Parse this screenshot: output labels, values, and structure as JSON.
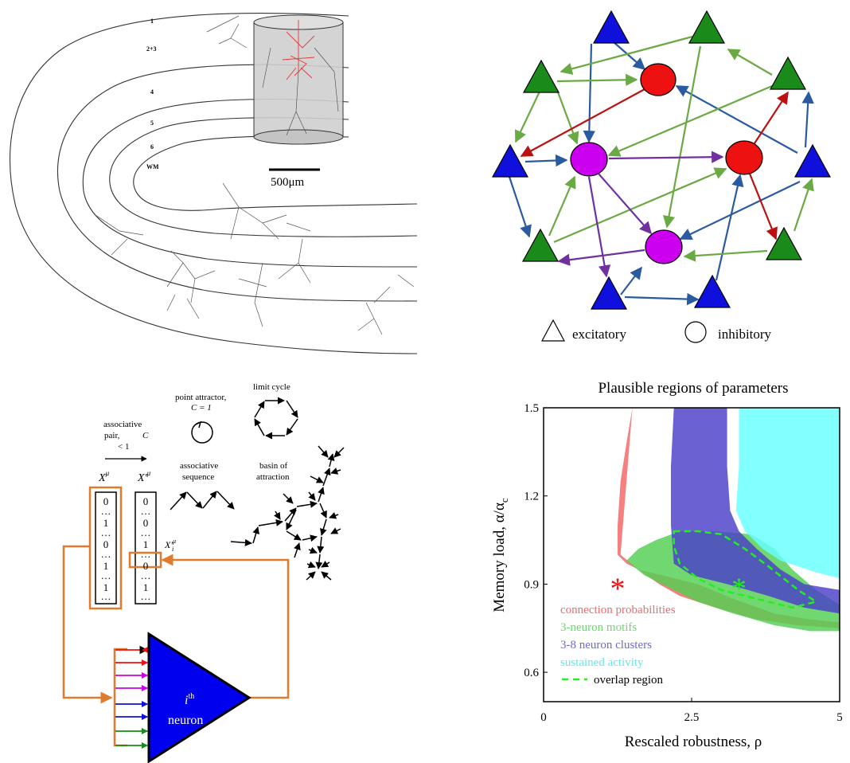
{
  "panelA": {
    "layers": [
      "1",
      "2+3",
      "4",
      "5",
      "6",
      "WM"
    ],
    "scale_bar": "500μm"
  },
  "panelB": {
    "legend": {
      "excitatory": "excitatory",
      "inhibitory": "inhibitory"
    },
    "colors": {
      "excitatory_blue": "#1010dd",
      "excitatory_green": "#1a8a1a",
      "inhibitory_red": "#ee1111",
      "inhibitory_magenta": "#cc00ee",
      "edge_blue": "#2a5aa0",
      "edge_green": "#6aaa44",
      "edge_red": "#bb1111",
      "edge_purple": "#7030a0"
    }
  },
  "panelC": {
    "limit_cycle": "limit cycle",
    "point_attractor": "point attractor,",
    "point_attractor_c": "C = 1",
    "assoc_pair_1": "associative",
    "assoc_pair_2": "pair,",
    "assoc_pair_c": "C",
    "assoc_pair_lt": "< 1",
    "assoc_sequence_1": "associative",
    "assoc_sequence_2": "sequence",
    "basin_1": "basin of",
    "basin_2": "attraction",
    "x_mu": "X",
    "x_mu_sup": "μ",
    "xprime_mu": "X′",
    "xprime_mu_sup": "μ",
    "xi_label": "X′",
    "xi_sub": "i",
    "xi_sup": "μ",
    "vector_left": [
      "0",
      "…",
      "1",
      "…",
      "0",
      "…",
      "1",
      "…",
      "1",
      "…"
    ],
    "vector_right": [
      "0",
      "…",
      "0",
      "…",
      "1",
      "…",
      "0",
      "…",
      "1",
      "…"
    ],
    "neuron_i": "i",
    "neuron_th": "th",
    "neuron_word": "neuron",
    "colors": {
      "box": "#e07b2e",
      "triangle": "#0000ee"
    }
  },
  "chart_data": {
    "type": "area",
    "title": "Plausible regions of parameters",
    "xlabel": "Rescaled robustness, ρ",
    "ylabel": "Memory load, α/α",
    "ylabel_sub": "c",
    "xlim": [
      0,
      5
    ],
    "ylim": [
      0.5,
      1.5
    ],
    "xticks": [
      "0",
      "2.5",
      "5"
    ],
    "yticks": [
      "0.6",
      "0.9",
      "1.2",
      "1.5"
    ],
    "series": [
      {
        "name": "connection probabilities",
        "color": "#f26a6a",
        "boundary": [
          [
            1.5,
            1.5
          ],
          [
            1.4,
            1.38
          ],
          [
            1.3,
            1.25
          ],
          [
            1.25,
            1.1
          ],
          [
            1.25,
            1.0
          ],
          [
            1.4,
            0.97
          ],
          [
            1.6,
            0.95
          ],
          [
            2.0,
            0.93
          ],
          [
            2.6,
            0.9
          ],
          [
            3.2,
            0.85
          ],
          [
            3.9,
            0.8
          ],
          [
            4.5,
            0.78
          ],
          [
            5.0,
            0.77
          ],
          [
            5.0,
            0.75
          ],
          [
            4.3,
            0.76
          ],
          [
            3.6,
            0.78
          ],
          [
            2.9,
            0.82
          ],
          [
            2.3,
            0.86
          ],
          [
            1.95,
            0.9
          ],
          [
            1.6,
            0.95
          ],
          [
            1.3,
            1.0
          ]
        ]
      },
      {
        "name": "3-neuron motifs",
        "color": "#52d052",
        "boundary": [
          [
            1.4,
            0.98
          ],
          [
            1.6,
            1.02
          ],
          [
            1.9,
            1.05
          ],
          [
            2.3,
            1.08
          ],
          [
            2.9,
            1.08
          ],
          [
            3.5,
            1.07
          ],
          [
            3.9,
            1.02
          ],
          [
            4.2,
            0.95
          ],
          [
            4.6,
            0.88
          ],
          [
            5.0,
            0.83
          ],
          [
            5.0,
            0.74
          ],
          [
            4.5,
            0.74
          ],
          [
            3.9,
            0.76
          ],
          [
            3.2,
            0.8
          ],
          [
            2.6,
            0.84
          ],
          [
            2.1,
            0.89
          ],
          [
            1.7,
            0.93
          ]
        ]
      },
      {
        "name": "3-8 neuron clusters",
        "color": "#4a3ec8",
        "boundary": [
          [
            2.2,
            1.5
          ],
          [
            3.1,
            1.5
          ],
          [
            3.1,
            1.3
          ],
          [
            3.15,
            1.15
          ],
          [
            3.3,
            1.08
          ],
          [
            3.6,
            1.02
          ],
          [
            4.0,
            0.95
          ],
          [
            4.4,
            0.9
          ],
          [
            5.0,
            0.88
          ],
          [
            5.0,
            0.8
          ],
          [
            4.4,
            0.82
          ],
          [
            3.8,
            0.86
          ],
          [
            3.1,
            0.9
          ],
          [
            2.5,
            0.93
          ],
          [
            2.2,
            0.97
          ],
          [
            2.15,
            1.1
          ],
          [
            2.15,
            1.3
          ]
        ]
      },
      {
        "name": "sustained activity",
        "color": "#66ffff",
        "boundary": [
          [
            3.3,
            1.5
          ],
          [
            5.0,
            1.5
          ],
          [
            5.0,
            0.92
          ],
          [
            4.6,
            0.94
          ],
          [
            4.0,
            0.98
          ],
          [
            3.7,
            1.02
          ],
          [
            3.4,
            1.08
          ],
          [
            3.25,
            1.15
          ],
          [
            3.3,
            1.3
          ]
        ]
      },
      {
        "name": "overlap region",
        "color": "#22ee22",
        "style": "dashed",
        "boundary": [
          [
            2.2,
            1.08
          ],
          [
            2.6,
            1.08
          ],
          [
            3.0,
            1.07
          ],
          [
            3.4,
            1.02
          ],
          [
            3.8,
            0.96
          ],
          [
            4.3,
            0.88
          ],
          [
            4.6,
            0.84
          ],
          [
            4.2,
            0.82
          ],
          [
            3.6,
            0.85
          ],
          [
            3.0,
            0.88
          ],
          [
            2.6,
            0.92
          ],
          [
            2.3,
            0.97
          ],
          [
            2.2,
            1.03
          ]
        ]
      }
    ],
    "markers": [
      {
        "name": "red-star",
        "x": 1.25,
        "y": 0.9,
        "symbol": "*",
        "color": "#ee1111"
      },
      {
        "name": "green-star",
        "x": 3.3,
        "y": 0.9,
        "symbol": "*",
        "color": "#22ee22"
      }
    ],
    "legend": [
      {
        "label": "connection probabilities",
        "color": "#f26a6a"
      },
      {
        "label": "3-neuron motifs",
        "color": "#6ad86a"
      },
      {
        "label": "3-8 neuron clusters",
        "color": "#6a6ad8"
      },
      {
        "label": "sustained activity",
        "color": "#66e6ee"
      },
      {
        "label": "overlap region",
        "color": "#000000",
        "line": "#22ee22"
      }
    ],
    "legend_placement": "bottom-left"
  }
}
